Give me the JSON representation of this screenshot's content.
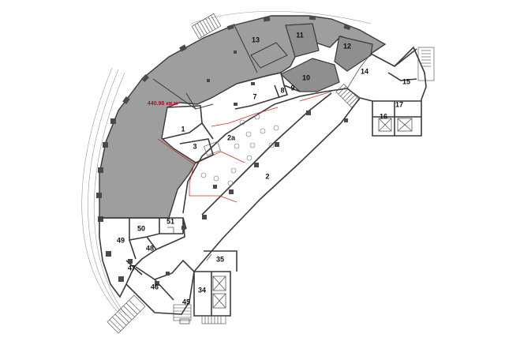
{
  "plan": {
    "highlight_area": "440.98 кв.м",
    "rooms": {
      "r1": "1",
      "r2": "2",
      "r2a": "2a",
      "r3": "3",
      "r7": "7",
      "r8": "8",
      "r9": "9",
      "r10": "10",
      "r11": "11",
      "r12": "12",
      "r13": "13",
      "r14": "14",
      "r15": "15",
      "r16": "16",
      "r17": "17",
      "r34": "34",
      "r35": "35",
      "r45": "45",
      "r46": "46",
      "r47": "47",
      "r48": "48",
      "r49": "49",
      "r50": "50",
      "r51": "51"
    },
    "colors": {
      "highlight_fill": "#9e9e9e",
      "area_text": "#d0021b",
      "walls": "#3a3a3a"
    }
  }
}
